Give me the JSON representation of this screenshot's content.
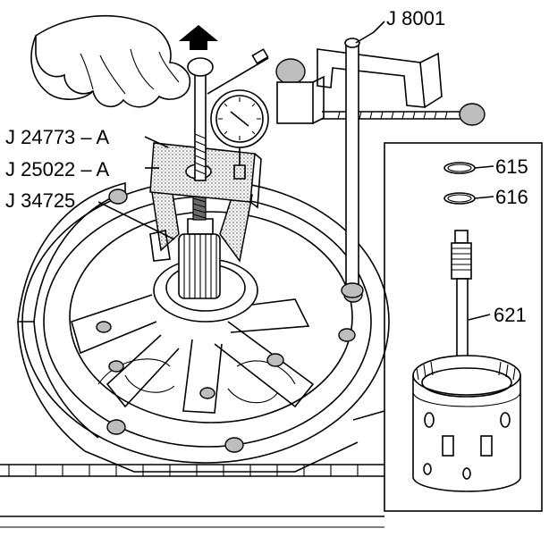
{
  "labels": {
    "j8001": "J 8001",
    "j24773": "J 24773 – A",
    "j25022": "J 25022 – A",
    "j34725": "J 34725",
    "p615": "615",
    "p616": "616",
    "p621": "621"
  },
  "colors": {
    "line": "#000000",
    "background": "#ffffff",
    "shade": "#bdbdbd"
  },
  "icons": {
    "lift_direction": "up-arrow-icon",
    "gauge": "dial-indicator-icon"
  }
}
